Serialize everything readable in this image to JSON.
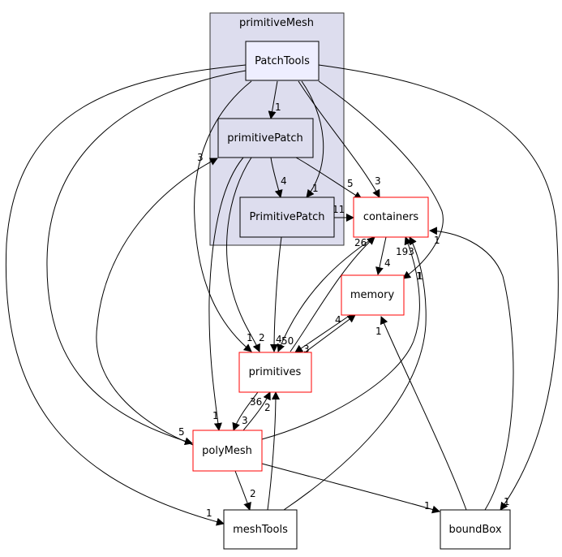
{
  "cluster": {
    "title": "primitiveMesh",
    "fill": "#ddddee"
  },
  "nodes": {
    "PatchTools": "PatchTools",
    "primitivePatch": "primitivePatch",
    "PrimitivePatch": "PrimitivePatch",
    "containers": "containers",
    "memory": "memory",
    "primitives": "primitives",
    "polyMesh": "polyMesh",
    "meshTools": "meshTools",
    "boundBox": "boundBox"
  },
  "colors": {
    "selected_fill": "#eeeeff",
    "inner_fill": "#ddddee",
    "external_border": "#ff0000",
    "plain_border": "#000000",
    "edge": "#000000"
  },
  "edge_labels": {
    "pt_ppatch": "1",
    "pt_PPatch": "1",
    "pt_containers": "3",
    "ppatch_containers": "5",
    "ppatch_PPatch": "4",
    "PPatch_containers": "11",
    "mesh_to_ppatch": "3",
    "pt_primitives": "1",
    "ppatch_primitives": "2",
    "PPatch_primitives": "4",
    "containers_primitives": "50",
    "primitives_containers": "26",
    "containers_memory": "4",
    "memory_primitives": "3",
    "primitives_memory": "4",
    "ppatch_polyMesh": "1",
    "pt_polyMesh": "5",
    "primitives_polyMesh": "3",
    "polyMesh_primitives": "36",
    "meshTools_primitives": "2",
    "polyMesh_containers": "193",
    "pt_memory": "1",
    "polyMesh_meshTools": "2",
    "polyMesh_boundBox": "1",
    "pt_meshTools": "1",
    "pt_boundBox": "1",
    "boundBox_containers": "1",
    "boundBox_memory": "1",
    "meshTools_containers": "1"
  }
}
